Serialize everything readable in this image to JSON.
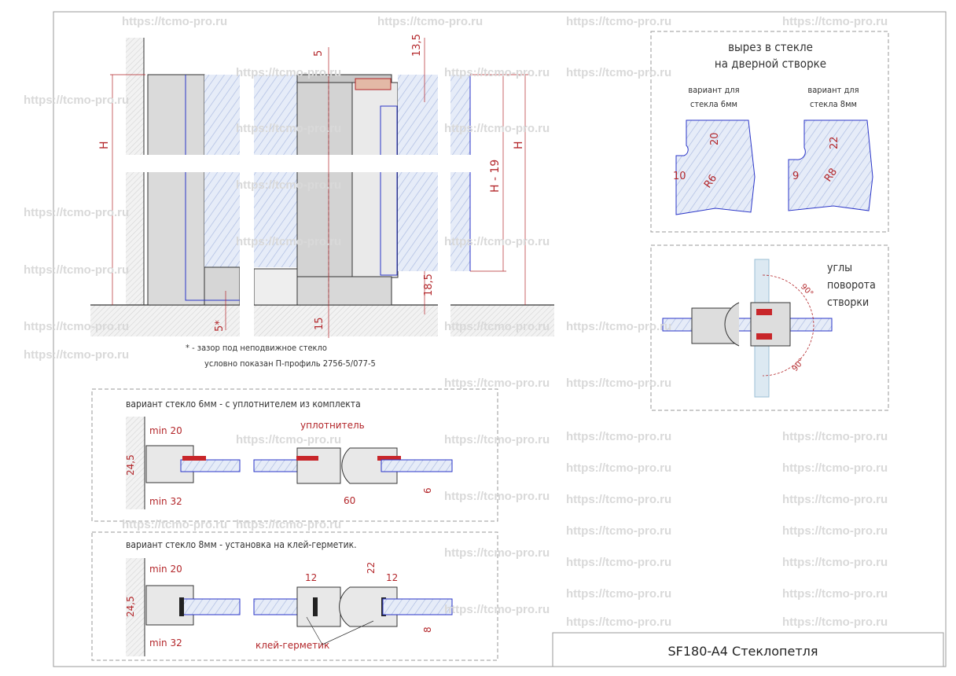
{
  "watermark": "https://tcmo-pro.ru",
  "title_block": {
    "title": "SF180-A4 Стеклопетля"
  },
  "elevation": {
    "dims": {
      "h_left": "H",
      "h_right": "H",
      "h_minus": "H - 19",
      "top_gap": "5",
      "top_offset": "13,5",
      "bottom_offset": "18,5",
      "bottom_gap": "15",
      "fixed_gap": "5*"
    },
    "note_line1": "* - зазор под неподвижное стекло",
    "note_line2": "условно показан П-профиль 2756-5/077-5"
  },
  "cutout": {
    "title_line1": "вырез в стекле",
    "title_line2": "на дверной створке",
    "variant6": {
      "line1": "вариант для",
      "line2": "стекла 6мм",
      "h": "20",
      "w": "10",
      "r": "R6"
    },
    "variant8": {
      "line1": "вариант для",
      "line2": "стекла 8мм",
      "h": "22",
      "w": "9",
      "r": "R8"
    }
  },
  "rotation": {
    "line1": "углы",
    "line2": "поворота",
    "line3": "створки",
    "angle_top": "90°",
    "angle_bottom": "90°"
  },
  "section6": {
    "title": "вариант стекло 6мм - с уплотнителем из комплекта",
    "seal_label": "уплотнитель",
    "dims": {
      "min20": "min 20",
      "h245": "24,5",
      "min32": "min 32",
      "w60": "60",
      "glass": "6"
    }
  },
  "section8": {
    "title": "вариант стекло 8мм - установка на клей-герметик.",
    "glue_label": "клей-герметик",
    "dims": {
      "min20": "min 20",
      "h245": "24,5",
      "min32": "min 32",
      "a12": "12",
      "b12": "12",
      "v22": "22",
      "glass": "8"
    }
  },
  "colors": {
    "dim": "#b3262a",
    "glass_edge": "#2a35c8",
    "glass_fill": "#dfe6f5",
    "profile": "#d6d6d6"
  }
}
